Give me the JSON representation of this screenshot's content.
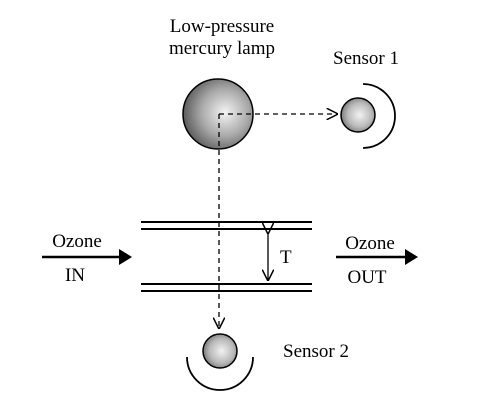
{
  "lamp": {
    "label_line1": "Low-pressure",
    "label_line2": "mercury lamp"
  },
  "sensor1": {
    "label": "Sensor 1"
  },
  "sensor2": {
    "label": "Sensor 2"
  },
  "inlet": {
    "word": "Ozone",
    "direction": "IN"
  },
  "outlet": {
    "word": "Ozone",
    "direction": "OUT"
  },
  "gap": {
    "label": "T"
  },
  "colors": {
    "stroke": "#000000",
    "sphere_light": "#f2f2f2",
    "sphere_dark": "#5a5a5a"
  }
}
